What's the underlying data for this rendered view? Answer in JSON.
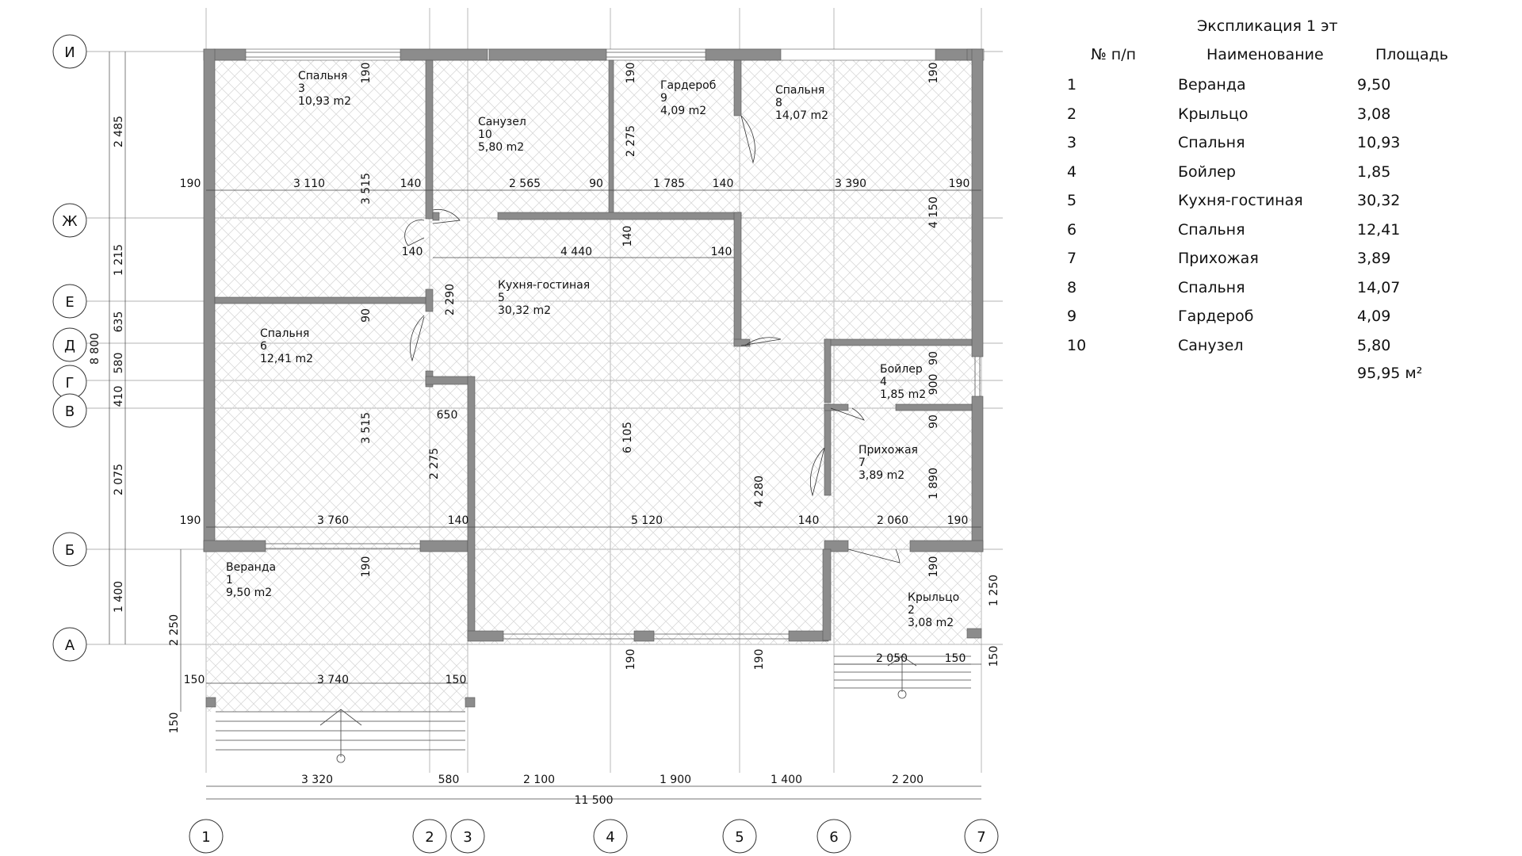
{
  "explication": {
    "title": "Экспликация 1 эт",
    "headers": [
      "№ п/п",
      "Наименование",
      "Площадь"
    ],
    "rows": [
      {
        "n": "1",
        "name": "Веранда",
        "area": "9,50"
      },
      {
        "n": "2",
        "name": "Крыльцо",
        "area": "3,08"
      },
      {
        "n": "3",
        "name": "Спальня",
        "area": "10,93"
      },
      {
        "n": "4",
        "name": "Бойлер",
        "area": "1,85"
      },
      {
        "n": "5",
        "name": "Кухня-гостиная",
        "area": "30,32"
      },
      {
        "n": "6",
        "name": "Спальня",
        "area": "12,41"
      },
      {
        "n": "7",
        "name": "Прихожая",
        "area": "3,89"
      },
      {
        "n": "8",
        "name": "Спальня",
        "area": "14,07"
      },
      {
        "n": "9",
        "name": "Гардероб",
        "area": "4,09"
      },
      {
        "n": "10",
        "name": "Санузел",
        "area": "5,80"
      }
    ],
    "total": "95,95 м²"
  },
  "axes": {
    "vertical": [
      "1",
      "2",
      "3",
      "4",
      "5",
      "6",
      "7"
    ],
    "horizontal": [
      "И",
      "Ж",
      "Е",
      "Д",
      "Г",
      "В",
      "Б",
      "А"
    ]
  },
  "rooms": [
    {
      "name": "Спальня",
      "num": "3",
      "area": "10,93 m2"
    },
    {
      "name": "Санузел",
      "num": "10",
      "area": "5,80 m2"
    },
    {
      "name": "Гардероб",
      "num": "9",
      "area": "4,09 m2"
    },
    {
      "name": "Спальня",
      "num": "8",
      "area": "14,07 m2"
    },
    {
      "name": "Кухня-гостиная",
      "num": "5",
      "area": "30,32 m2"
    },
    {
      "name": "Спальня",
      "num": "6",
      "area": "12,41 m2"
    },
    {
      "name": "Бойлер",
      "num": "4",
      "area": "1,85 m2"
    },
    {
      "name": "Прихожая",
      "num": "7",
      "area": "3,89 m2"
    },
    {
      "name": "Веранда",
      "num": "1",
      "area": "9,50 m2"
    },
    {
      "name": "Крыльцо",
      "num": "2",
      "area": "3,08 m2"
    }
  ],
  "dims": {
    "bottom_chain": [
      "3 320",
      "580",
      "2 100",
      "1 900",
      "1 400",
      "2 200"
    ],
    "bottom_total": "11 500",
    "left_chain": [
      "2 485",
      "1 215",
      "635",
      "580",
      "410",
      "2 075",
      "1 400"
    ],
    "left_total": "8 800",
    "left_veranda": "2 250",
    "left_step": "150",
    "inner": [
      "190",
      "3 110",
      "140",
      "2 565",
      "90",
      "1 785",
      "140",
      "3 390",
      "190",
      "140",
      "4 440",
      "140",
      "190",
      "3 760",
      "140",
      "5 120",
      "140",
      "2 060",
      "190",
      "150",
      "3 740",
      "150",
      "2 050",
      "150",
      "190",
      "3 515",
      "2 275",
      "190",
      "4 150",
      "90",
      "2 290",
      "3 515",
      "650",
      "2 275",
      "6 105",
      "140",
      "4 280",
      "90",
      "900",
      "90",
      "1 890",
      "190",
      "1 250",
      "150",
      "190",
      "190",
      "190",
      "190"
    ]
  }
}
